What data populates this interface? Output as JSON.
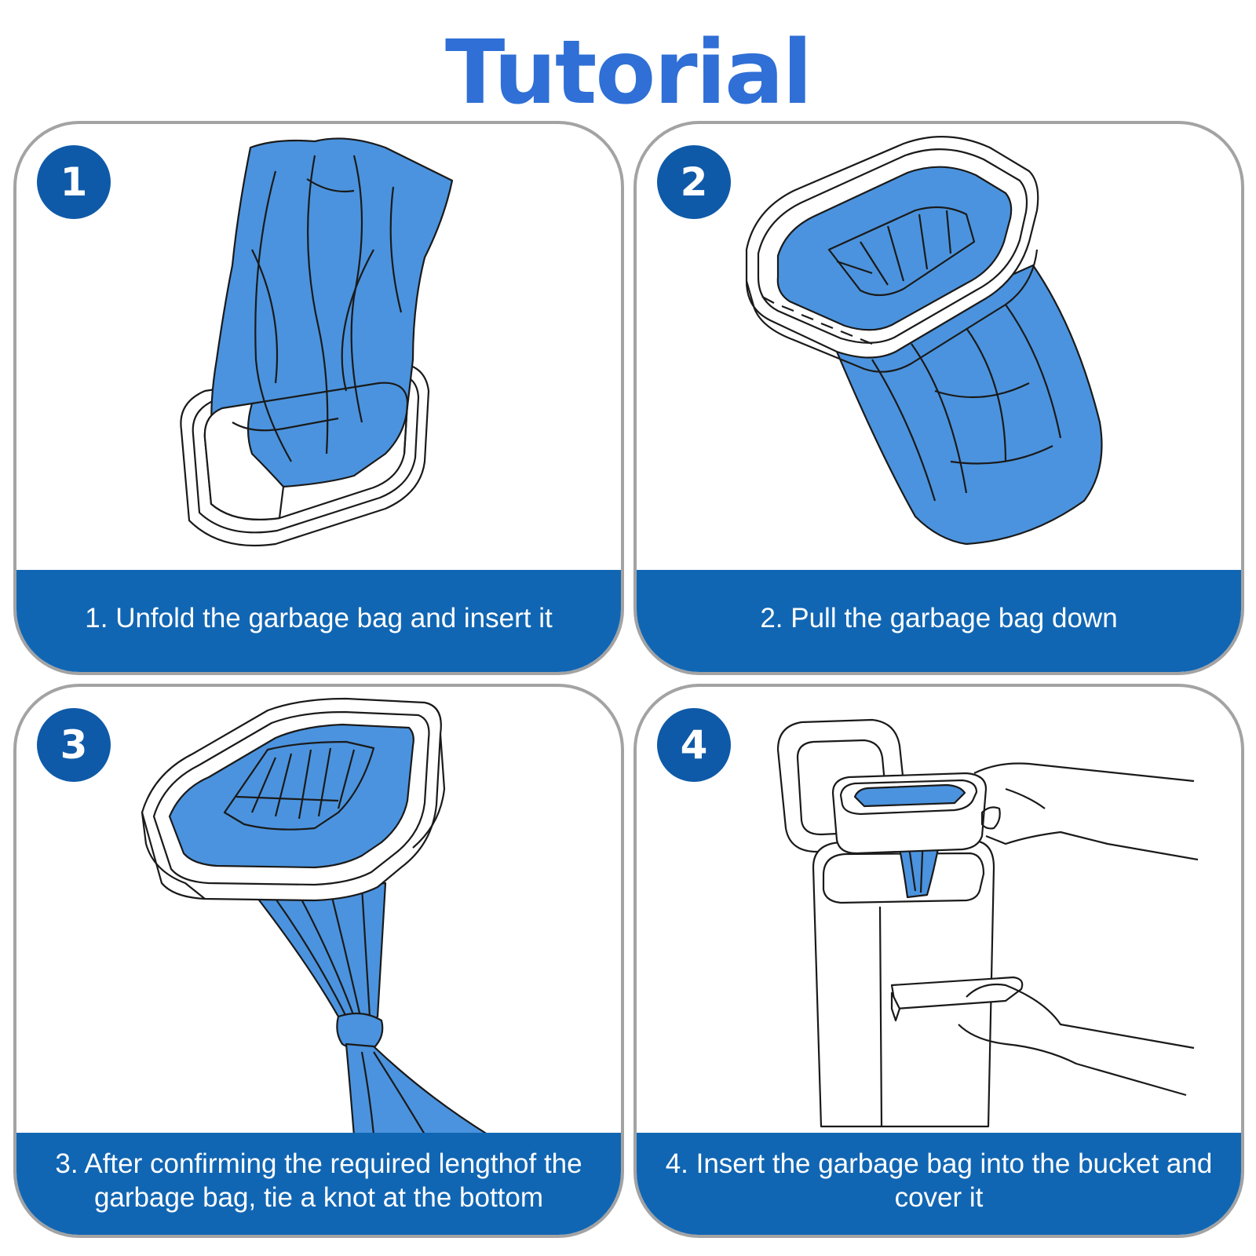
{
  "title": "Tutorial",
  "accent_color": "#2f6fd6",
  "badge_color": "#0f5aa8",
  "caption_bar_color": "#1166b3",
  "bag_color": "#4b93de",
  "steps": [
    {
      "number": "1",
      "caption": "1. Unfold the garbage bag and insert it",
      "illustration": "bag-inserted-into-frame"
    },
    {
      "number": "2",
      "caption": "2. Pull the garbage bag down",
      "illustration": "bag-pulled-through-frame"
    },
    {
      "number": "3",
      "caption": "3. After confirming the required lengthof the garbage bag, tie a knot at the bottom",
      "illustration": "bag-knotted-below-frame"
    },
    {
      "number": "4",
      "caption": "4. Insert the garbage bag into the bucket and cover it",
      "illustration": "frame-placed-into-bin"
    }
  ]
}
